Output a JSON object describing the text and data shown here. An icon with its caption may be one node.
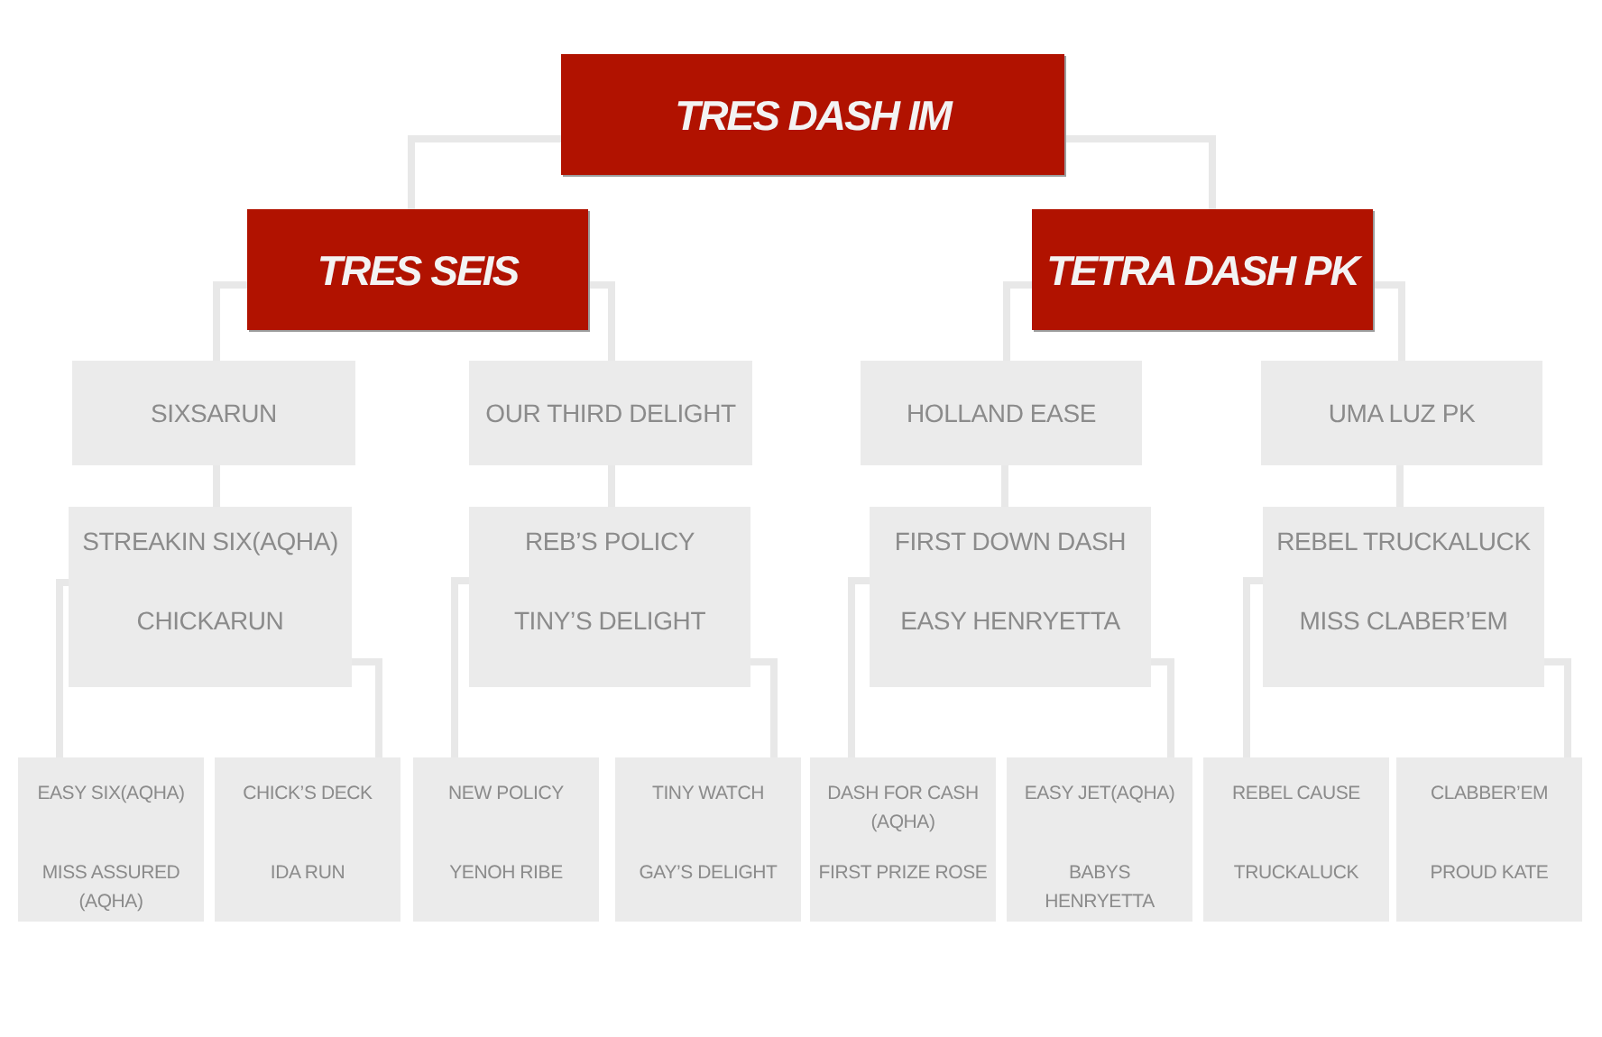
{
  "diagram": {
    "nodes": [
      {
        "text": [
          "TRES DASH IM"
        ]
      },
      {
        "text": [
          "TRES SEIS"
        ]
      },
      {
        "text": [
          "TETRA DASH PK"
        ]
      },
      {
        "text": [
          "SIXSARUN"
        ]
      },
      {
        "text": [
          "OUR THIRD DELIGHT"
        ]
      },
      {
        "text": [
          "HOLLAND EASE"
        ]
      },
      {
        "text": [
          "UMA LUZ PK"
        ]
      },
      {
        "text": [
          "STREAKIN SIX(AQHA)",
          "CHICKARUN"
        ]
      },
      {
        "text": [
          "REB’S POLICY",
          "TINY’S DELIGHT"
        ]
      },
      {
        "text": [
          "FIRST DOWN DASH",
          "EASY HENRYETTA"
        ]
      },
      {
        "text": [
          "REBEL TRUCKALUCK",
          "MISS CLABER’EM"
        ]
      },
      {
        "text": [
          "EASY SIX(AQHA)",
          "MISS ASSURED (AQHA)"
        ]
      },
      {
        "text": [
          "CHICK’S DECK",
          "IDA RUN"
        ]
      },
      {
        "text": [
          "NEW POLICY",
          "YENOH RIBE"
        ]
      },
      {
        "text": [
          "TINY WATCH",
          "GAY’S DELIGHT"
        ]
      },
      {
        "text": [
          "DASH FOR CASH (AQHA)",
          "FIRST PRIZE ROSE"
        ]
      },
      {
        "text": [
          "EASY JET(AQHA)",
          "BABYS HENRYETTA"
        ]
      },
      {
        "text": [
          "REBEL CAUSE",
          "TRUCKALUCK"
        ]
      },
      {
        "text": [
          "CLABBER’EM",
          "PROUD KATE"
        ]
      }
    ],
    "edges": [
      {
        "from": 0,
        "to": 1,
        "arrow": "none"
      },
      {
        "from": 0,
        "to": 2,
        "arrow": "none"
      },
      {
        "from": 1,
        "to": 3,
        "arrow": "none"
      },
      {
        "from": 1,
        "to": 4,
        "arrow": "none"
      },
      {
        "from": 2,
        "to": 5,
        "arrow": "none"
      },
      {
        "from": 2,
        "to": 6,
        "arrow": "none"
      },
      {
        "from": 3,
        "to": 7,
        "arrow": "none"
      },
      {
        "from": 4,
        "to": 8,
        "arrow": "none"
      },
      {
        "from": 5,
        "to": 9,
        "arrow": "none"
      },
      {
        "from": 6,
        "to": 10,
        "arrow": "none"
      },
      {
        "from": 7,
        "to": 11,
        "arrow": "none"
      },
      {
        "from": 7,
        "to": 12,
        "arrow": "none"
      },
      {
        "from": 8,
        "to": 13,
        "arrow": "none"
      },
      {
        "from": 8,
        "to": 14,
        "arrow": "none"
      },
      {
        "from": 9,
        "to": 15,
        "arrow": "none"
      },
      {
        "from": 9,
        "to": 16,
        "arrow": "none"
      },
      {
        "from": 10,
        "to": 17,
        "arrow": "none"
      },
      {
        "from": 10,
        "to": 18,
        "arrow": "none"
      }
    ]
  }
}
